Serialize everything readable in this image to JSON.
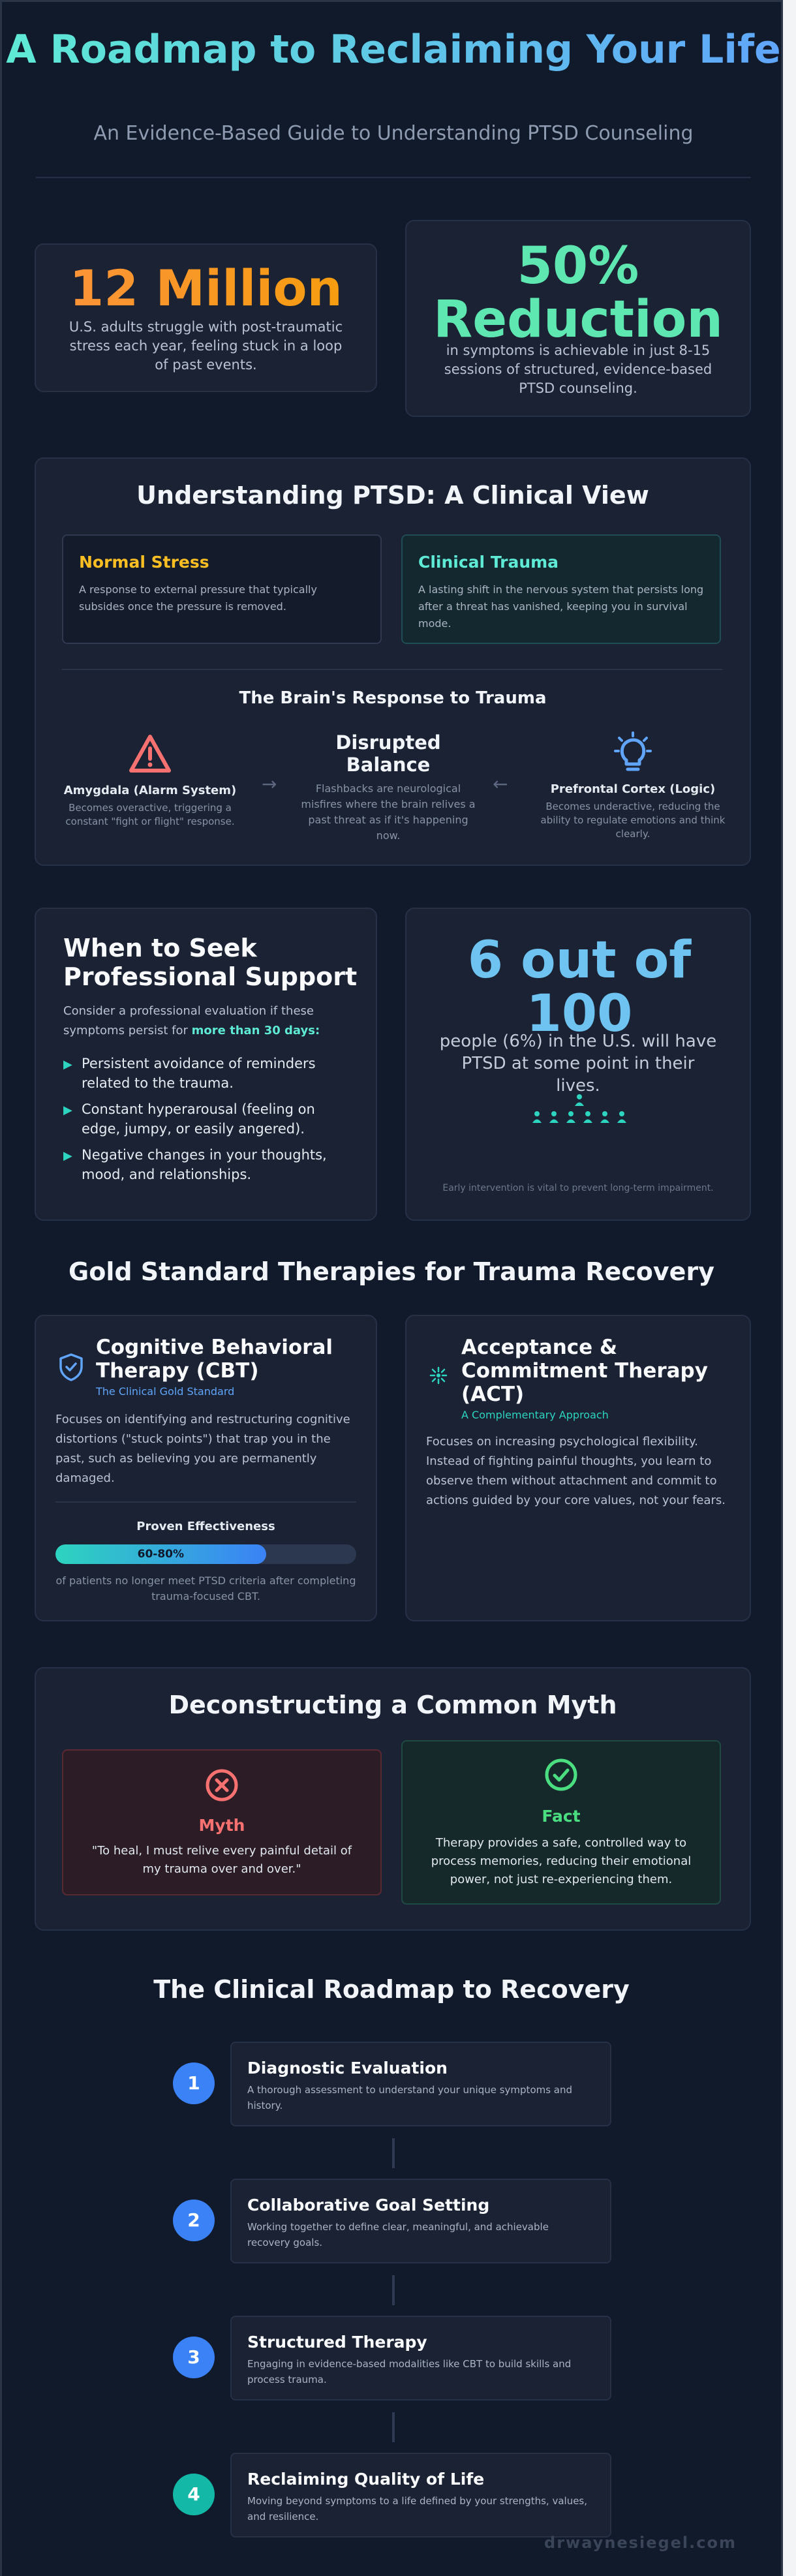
{
  "header": {
    "title": "A Roadmap to Reclaiming Your Life",
    "subtitle": "An Evidence-Based Guide to Understanding PTSD Counseling"
  },
  "stats": {
    "left": {
      "value": "12 Million",
      "text": "U.S. adults struggle with post-traumatic stress each year, feeling stuck in a loop of past events."
    },
    "right": {
      "value_line1": "50%",
      "value_line2": "Reduction",
      "text": "in symptoms is achievable in just 8-15 sessions of structured, evidence-based PTSD counseling."
    }
  },
  "clinical": {
    "title": "Understanding PTSD: A Clinical View",
    "normal": {
      "title": "Normal Stress",
      "text": "A response to external pressure that typically subsides once the pressure is removed."
    },
    "trauma": {
      "title": "Clinical Trauma",
      "text": "A lasting shift in the nervous system that persists long after a threat has vanished, keeping you in survival mode."
    },
    "brain_title": "The Brain's Response to Trauma",
    "amygdala": {
      "title": "Amygdala (Alarm System)",
      "text": "Becomes overactive, triggering a constant \"fight or flight\" response."
    },
    "balance": {
      "title": "Disrupted Balance",
      "text": "Flashbacks are neurological misfires where the brain relives a past threat as if it's happening now."
    },
    "prefrontal": {
      "title": "Prefrontal Cortex (Logic)",
      "text": "Becomes underactive, reducing the ability to regulate emotions and think clearly."
    },
    "arrow_right": "→",
    "arrow_left": "←"
  },
  "when": {
    "title": "When to Seek Professional Support",
    "intro": "Consider a professional evaluation if these symptoms persist for ",
    "intro_bold": "more than 30 days:",
    "bullets": [
      "Persistent avoidance of reminders related to the trauma.",
      "Constant hyperarousal (feeling on edge, jumpy, or easily angered).",
      "Negative changes in your thoughts, mood, and relationships."
    ],
    "bullet_marker": "▶"
  },
  "prevalence": {
    "value": "6 out of 100",
    "text": "people (6%) in the U.S. will have PTSD at some point in their lives.",
    "footnote": "Early intervention is vital to prevent long-term impairment.",
    "person_color": "#2dd4bf"
  },
  "therapies": {
    "title": "Gold Standard Therapies for Trauma Recovery",
    "cbt": {
      "title": "Cognitive Behavioral Therapy (CBT)",
      "subtitle": "The Clinical Gold Standard",
      "text": "Focuses on identifying and restructuring cognitive distortions (\"stuck points\") that trap you in the past, such as believing you are permanently damaged.",
      "effect_label": "Proven Effectiveness",
      "effect_value": "60-80%",
      "effect_fill_fraction": 0.7,
      "effect_caption": "of patients no longer meet PTSD criteria after completing trauma-focused CBT."
    },
    "act": {
      "title": "Acceptance & Commitment Therapy (ACT)",
      "subtitle": "A Complementary Approach",
      "text": "Focuses on increasing psychological flexibility. Instead of fighting painful thoughts, you learn to observe them without attachment and commit to actions guided by your core values, not your fears."
    }
  },
  "myth": {
    "title": "Deconstructing a Common Myth",
    "myth_label": "Myth",
    "myth_text": "\"To heal, I must relive every painful detail of my trauma over and over.\"",
    "fact_label": "Fact",
    "fact_text": "Therapy provides a safe, controlled way to process memories, reducing their emotional power, not just re-experiencing them."
  },
  "roadmap": {
    "title": "The Clinical Roadmap to Recovery",
    "steps": [
      {
        "num": "1",
        "title": "Diagnostic Evaluation",
        "text": "A thorough assessment to understand your unique symptoms and history.",
        "color": "#3b82f6"
      },
      {
        "num": "2",
        "title": "Collaborative Goal Setting",
        "text": "Working together to define clear, meaningful, and achievable recovery goals.",
        "color": "#3b82f6"
      },
      {
        "num": "3",
        "title": "Structured Therapy",
        "text": "Engaging in evidence-based modalities like CBT to build skills and process trauma.",
        "color": "#3b82f6"
      },
      {
        "num": "4",
        "title": "Reclaiming Quality of Life",
        "text": "Moving beyond symptoms to a life defined by your strengths, values, and resilience.",
        "color": "#14b8a6"
      }
    ]
  },
  "footer": {
    "watermark": "drwaynesiegel.com"
  },
  "colors": {
    "accent_teal": "#2dd4bf",
    "accent_blue": "#60a5fa",
    "normal_yellow": "#fbbf24",
    "myth_red": "#f87171",
    "fact_green": "#4ade80"
  }
}
